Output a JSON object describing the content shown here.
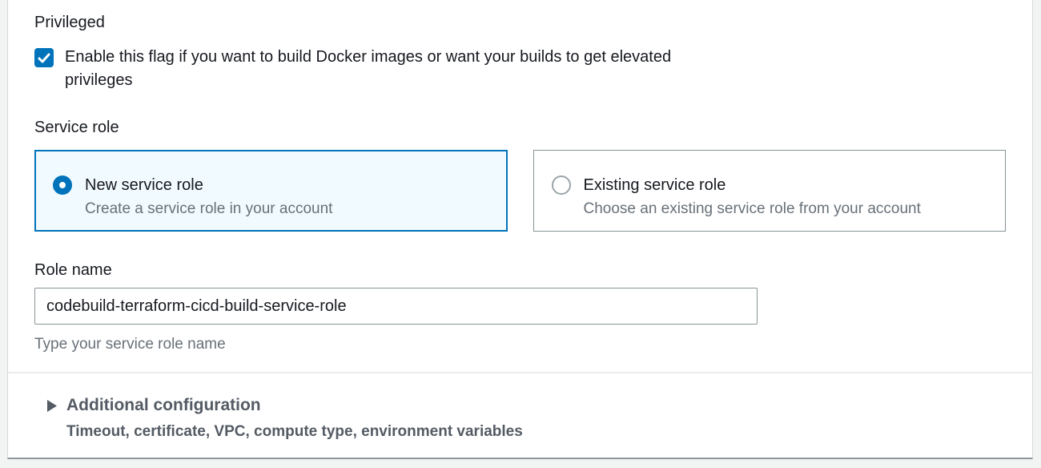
{
  "colors": {
    "accent-blue": "#0073bb",
    "selected-bg": "#f1faff",
    "text-dark": "#16191f",
    "text-gray": "#687078",
    "text-slate": "#545b64",
    "border-gray": "#879596",
    "divider": "#eaeded",
    "page-bg": "#f2f3f3"
  },
  "privileged": {
    "label": "Privileged",
    "checkbox_checked": true,
    "checkbox_label": "Enable this flag if you want to build Docker images or want your builds to get elevated privileges"
  },
  "service_role": {
    "label": "Service role",
    "options": [
      {
        "title": "New service role",
        "description": "Create a service role in your account",
        "selected": true
      },
      {
        "title": "Existing service role",
        "description": "Choose an existing service role from your account",
        "selected": false
      }
    ]
  },
  "role_name": {
    "label": "Role name",
    "value": "codebuild-terraform-cicd-build-service-role",
    "helper": "Type your service role name"
  },
  "additional_configuration": {
    "title": "Additional configuration",
    "subtitle": "Timeout, certificate, VPC, compute type, environment variables",
    "expanded": false
  }
}
